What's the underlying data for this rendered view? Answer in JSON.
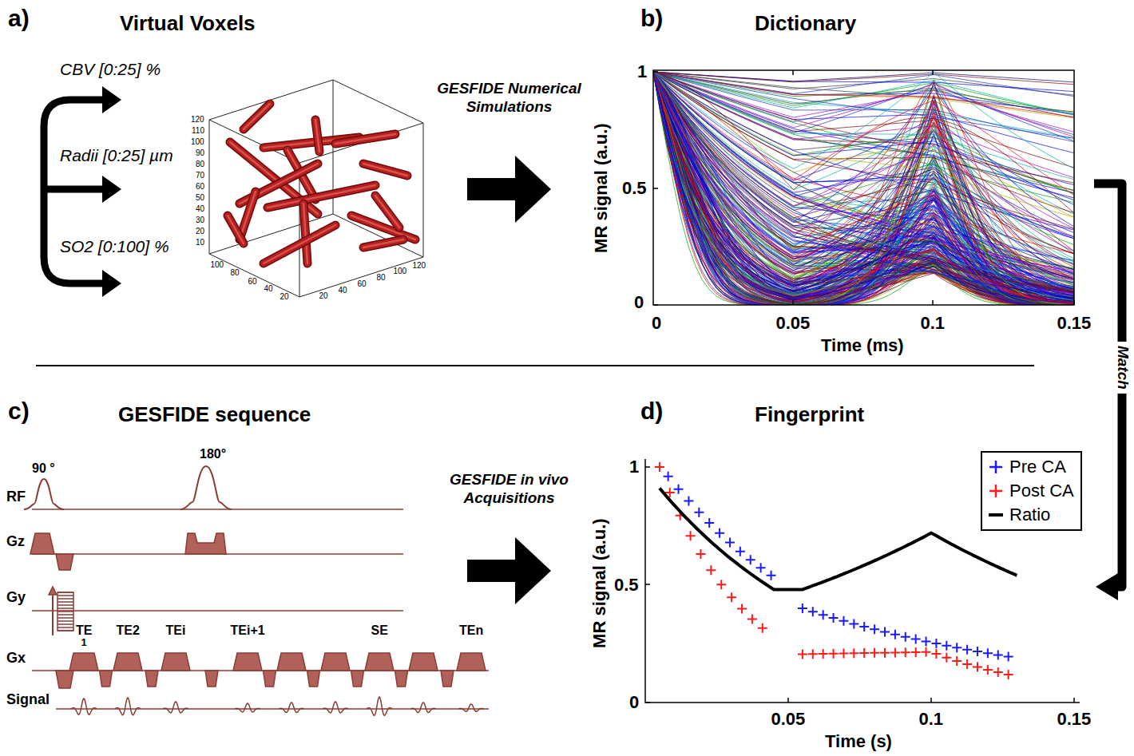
{
  "diagram": {
    "nodes": [
      {
        "text": [
          "a)",
          "Virtual Voxels"
        ]
      },
      {
        "text": [
          "b)",
          "Dictionary"
        ]
      },
      {
        "text": [
          "c)",
          "GESFIDE sequence"
        ]
      },
      {
        "text": [
          "d)",
          "Fingerprint"
        ]
      }
    ],
    "edges": [
      {
        "from": 0,
        "to": 1,
        "arrow": "to",
        "label": "GESFIDE Numerical Simulations"
      },
      {
        "from": 1,
        "to": 3,
        "arrow": "to",
        "label": "Match"
      },
      {
        "from": 2,
        "to": 3,
        "arrow": "to",
        "label": "GESFIDE in vivo Acquisitions"
      }
    ],
    "labels": [
      "CBV [0:25] %",
      "Radii [0:25] µm",
      "SO2 [0:100] %",
      "120",
      "110",
      "100",
      "90",
      "80",
      "70",
      "60",
      "50",
      "40",
      "30",
      "20",
      "10",
      "100",
      "80",
      "60",
      "40",
      "20",
      "20",
      "40",
      "60",
      "80",
      "100",
      "120",
      "MR signal (a.u.)",
      "1",
      "0.5",
      "0",
      "0",
      "0.05",
      "0.1",
      "0.15",
      "Time (ms)",
      "90 °",
      "180°",
      "RF",
      "Gz",
      "Gy",
      "TE",
      "1",
      "TE2",
      "TEi",
      "TEi+1",
      "SE",
      "TEn",
      "Gx",
      "Signal",
      "MR signal (a.u.)",
      "1",
      "0.5",
      "0",
      "0.05",
      "0.1",
      "0.15",
      "Time (s)"
    ],
    "legend": [
      {
        "text": "Pre CA"
      },
      {
        "text": "Post CA"
      },
      {
        "text": "Ratio"
      }
    ]
  }
}
